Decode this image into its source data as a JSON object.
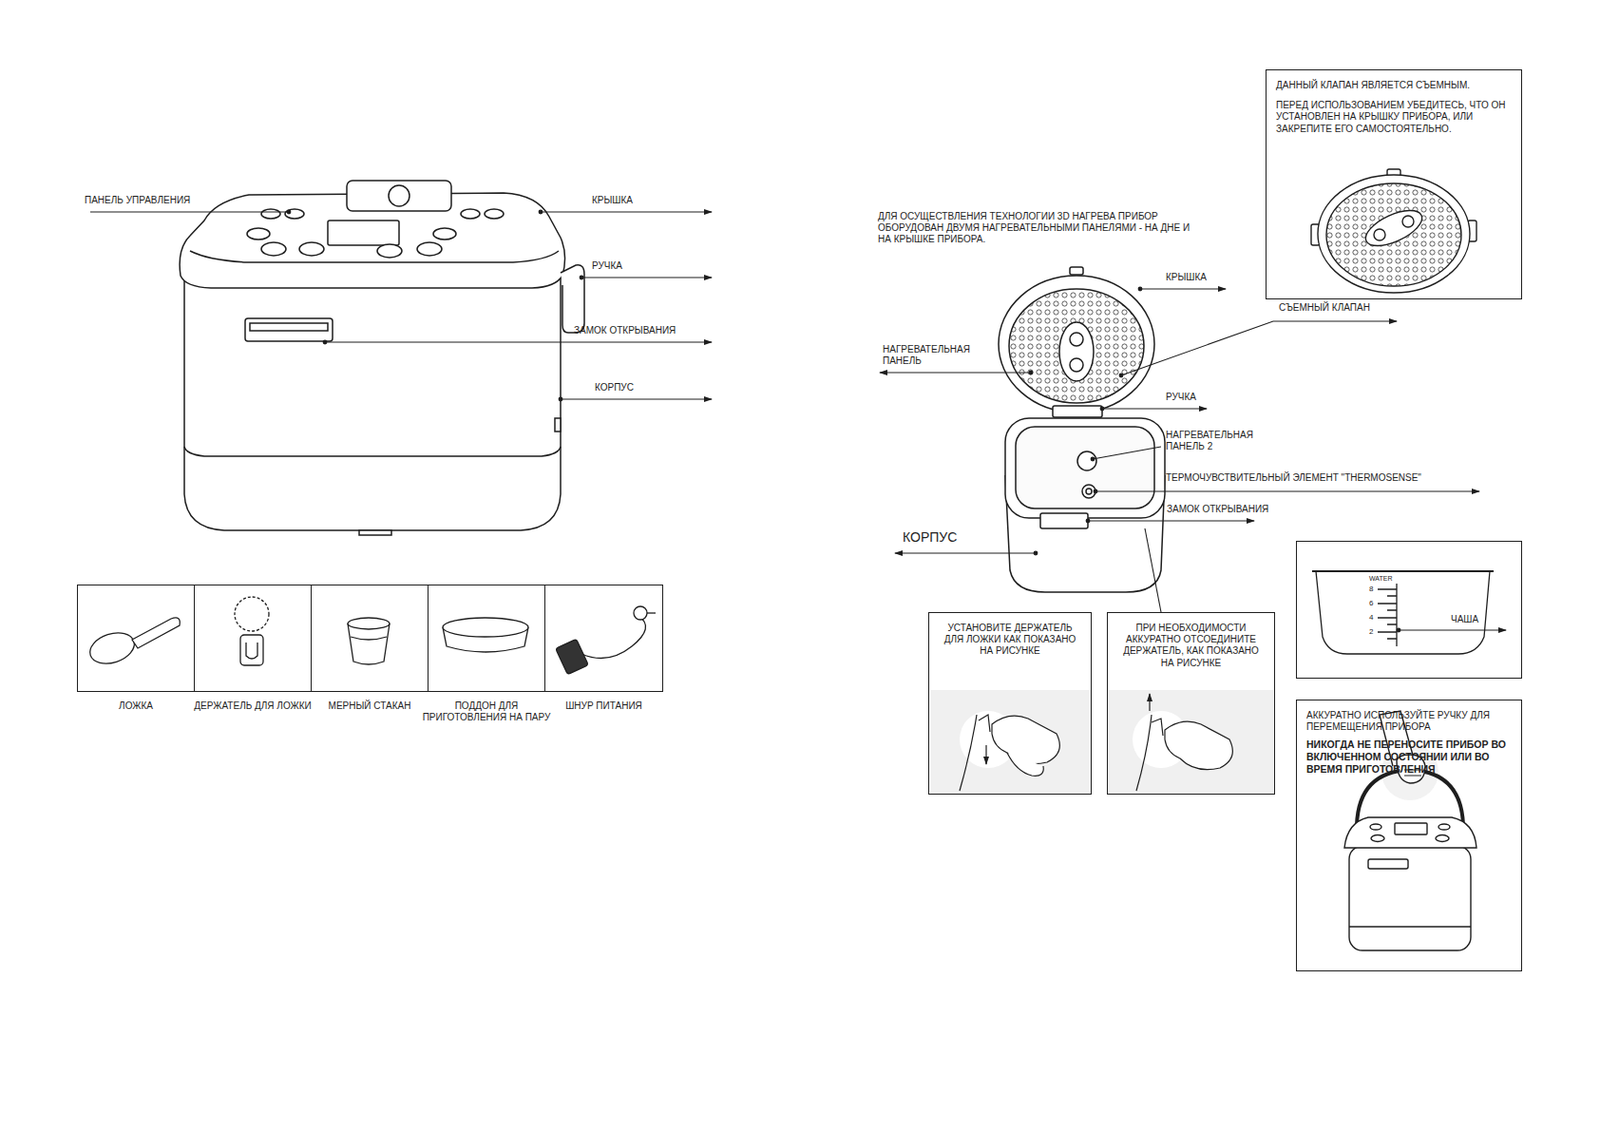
{
  "diagram": {
    "nodes": [
      {
        "text": [
          "ЛОЖКА"
        ]
      },
      {
        "text": [
          "ДЕРЖАТЕЛЬ ДЛЯ ЛОЖКИ"
        ]
      },
      {
        "text": [
          "МЕРНЫЙ СТАКАН"
        ]
      },
      {
        "text": [
          "ПОДДОН ДЛЯ ПРИГОТОВЛЕНИЯ НА ПАРУ"
        ]
      },
      {
        "text": [
          "ШНУР ПИТАНИЯ"
        ]
      },
      {
        "text": [
          "ДАННЫЙ КЛАПАН ЯВЛЯЕТСЯ СЪЕМНЫМ.",
          "ПЕРЕД ИСПОЛЬЗОВАНИЕМ УБЕДИТЕСЬ, ЧТО ОН УСТАНОВЛЕН НА КРЫШКУ ПРИБОРА, ИЛИ ЗАКРЕПИТЕ ЕГО САМОСТОЯТЕЛЬНО."
        ]
      },
      {
        "text": [
          "УСТАНОВИТЕ ДЕРЖАТЕЛЬ ДЛЯ ЛОЖКИ КАК ПОКАЗАНО НА РИСУНКЕ"
        ]
      },
      {
        "text": [
          "ПРИ НЕОБХОДИМОСТИ АККУРАТНО ОТСОЕДИНИТЕ ДЕРЖАТЕЛЬ, КАК ПОКАЗАНО НА РИСУНКЕ"
        ]
      },
      {
        "text": [
          "ЧАША"
        ]
      },
      {
        "text": [
          "АККУРАТНО ИСПОЛЬЗУЙТЕ РУЧКУ ДЛЯ ПЕРЕМЕЩЕНИЯ ПРИБОРА",
          "НИКОГДА НЕ ПЕРЕНОСИТЕ ПРИБОР ВО ВКЛЮЧЕННОМ СОСТОЯНИИ ИЛИ ВО ВРЕМЯ ПРИГОТОВЛЕНИЯ"
        ]
      }
    ],
    "labels": [
      "ПАНЕЛЬ УПРАВЛЕНИЯ",
      "КРЫШКА",
      "РУЧКА",
      "ЗАМОК ОТКРЫВАНИЯ",
      "КОРПУС",
      "ДЛЯ ОСУЩЕСТВЛЕНИЯ ТЕХНОЛОГИИ 3D НАГРЕВА ПРИБОР ОБОРУДОВАН ДВУМЯ НАГРЕВАТЕЛЬНЫМИ ПАНЕЛЯМИ - НА ДНЕ И НА КРЫШКЕ ПРИБОРА.",
      "КРЫШКА",
      "СЪЕМНЫЙ КЛАПАН",
      "НАГРЕВАТЕЛЬНАЯ ПАНЕЛЬ",
      "РУЧКА",
      "НАГРЕВАТЕЛЬНАЯ ПАНЕЛЬ 2",
      "ТЕРМОЧУВСТВИТЕЛЬНЫЙ ЭЛЕМЕНТ \"THERMOSENSE\"",
      "ЗАМОК ОТКРЫВАНИЯ",
      "КОРПУС",
      "WATER",
      "8",
      "6",
      "4",
      "2"
    ]
  }
}
